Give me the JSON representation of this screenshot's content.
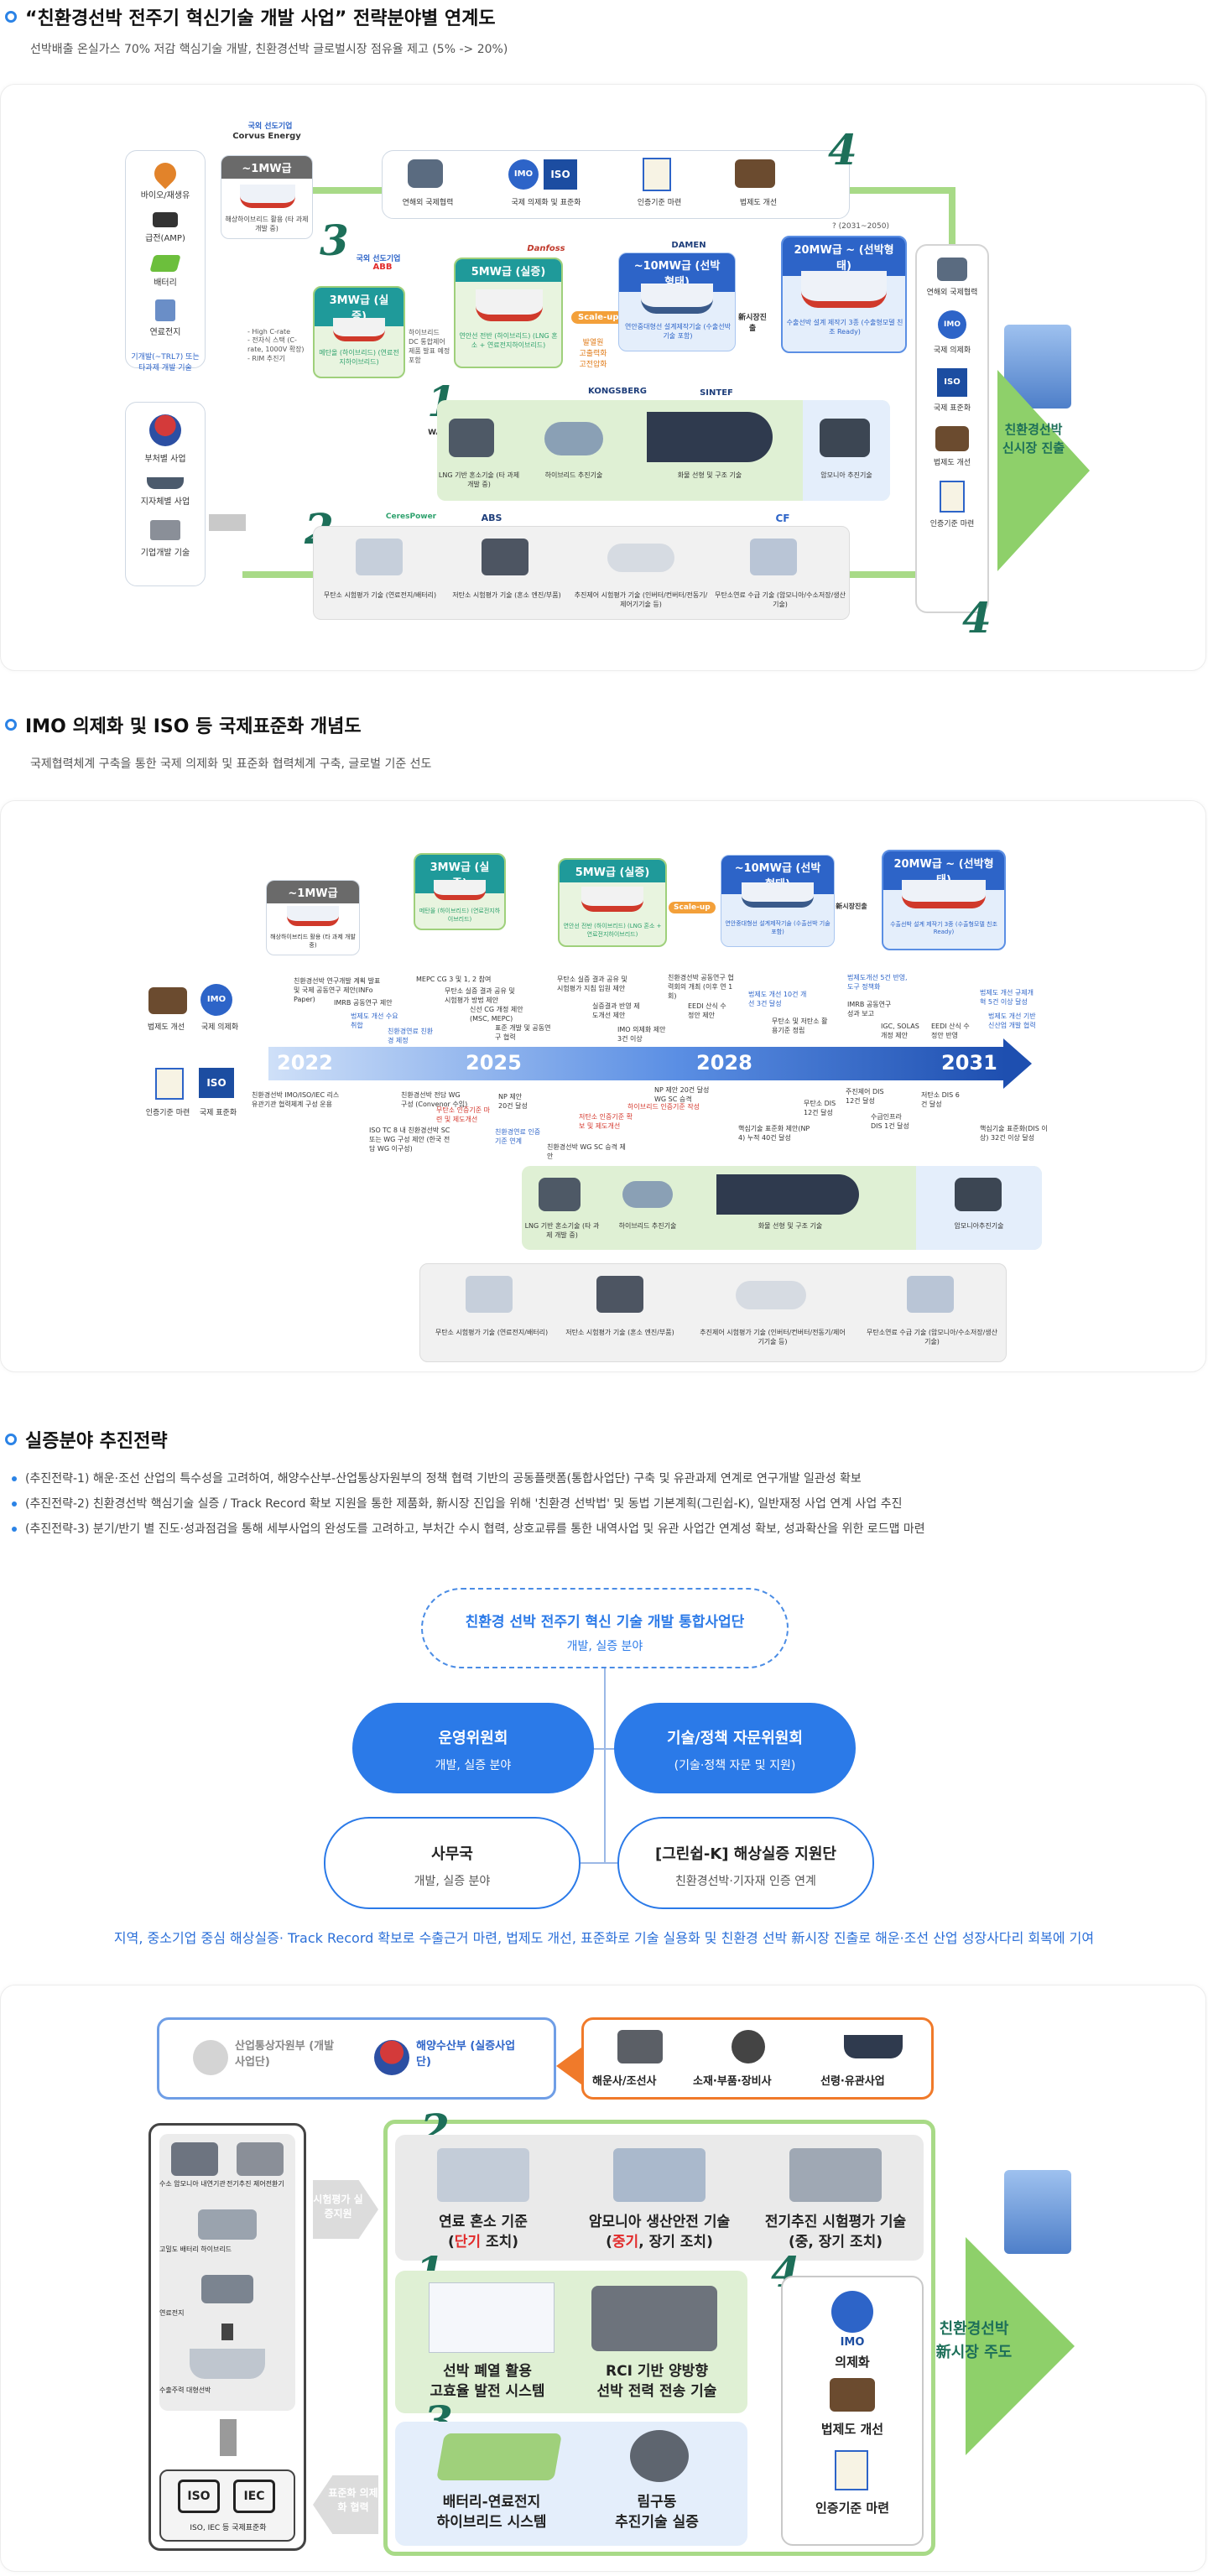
{
  "sec1": {
    "title": "“친환경선박 전주기 혁신기술 개발 사업” 전략분야별 연계도",
    "desc": "선박배출 온실가스 70% 저감 핵심기술 개발, 친환경선박 글로벌시장 점유율 제고 (5% -> 20%)",
    "overseas_tag": "국외 선도기업",
    "overseas_company": "Corvus Energy",
    "left_items": [
      "바이오/재생유",
      "급전(AMP)",
      "배터리",
      "연료전지"
    ],
    "left_note": "기개발(~TRL7) 또는 타과제 개발 기술",
    "left_bottom": [
      "부처별 사업",
      "지자체별 사업",
      "기업개발 기술"
    ],
    "stage_1mw": "~1MW급",
    "stage_1mw_desc": "해상하이브리드 활용 (타 과제 개발 중)",
    "overseas_tag2": "국외 선도기업",
    "abb": "ABB",
    "stage_3mw": "3MW급 (실증)",
    "stage_3mw_desc": "메탄올 (하이브리드) (연료전지하이브리드)",
    "stage_5mw": "5MW급 (실증)",
    "stage_5mw_desc": "연안선 전반 (하이브리드) (LNG 혼소 + 연료전지하이브리드)",
    "stage_10mw": "~10MW급 (선박형태)",
    "stage_10mw_desc": "연안중대형선 설계제작기술 (수출선박 기술 포함)",
    "stage_20mw": "20MW급 ~ (선박형태)",
    "stage_20mw_desc": "수출선박 설계 제작기 3종 (수출형모델 친조 Ready)",
    "year_label": "? (2031~2050)",
    "spec_notes": "- High C-rate\n- 전자식 스택 (C-rate, 1000V 확장)\n- RIM 추진기",
    "spec_notes2": "하이브리드 DC 통합제어 제품 발표 예정 포함",
    "scaleup": "Scale-up",
    "scaleup_notes": "발열원\n고출력화\n고전압화",
    "new_market": "新시장진출",
    "wartsila": "WÄRTSILÄ",
    "kongsberg": "KONGSBERG",
    "sintef": "SINTEF",
    "damen": "DAMEN",
    "danfoss": "Danfoss",
    "ceres": "CeresPower",
    "abs": "ABS",
    "cf": "CF",
    "top_row": [
      "연해외 국제협력",
      "국제 의제화 및 표준화",
      "인증기준 마련",
      "법제도 개선"
    ],
    "green_row": [
      "LNG 기반 혼소기술 (타 과제 개발 중)",
      "하이브리드 추진기술",
      "화물 선형 및 구조 기술",
      "암모니아 추진기술"
    ],
    "gray_row": [
      "무탄소 시험평가 기술 (연료전지/배터리)",
      "저탄소 시험평가 기술 (혼소 엔진/부품)",
      "추진제어 시험평가 기술 (인버터/컨버터/전동기/제어기기술 등)",
      "무탄소연료 수급 기술 (암모니아/수소저장/생산 기술)"
    ],
    "right_items": [
      "연해외 국제협력",
      "국제 의제화",
      "국제 표준화",
      "법제도 개선",
      "인증기준 마련"
    ],
    "right_arrow": "친환경선박\n신시장 진출",
    "imo": "IMO",
    "iso": "ISO",
    "nums": [
      "1",
      "2",
      "3",
      "4",
      "4"
    ]
  },
  "sec2": {
    "title": "IMO 의제화 및 ISO 등 국제표준화 개념도",
    "desc": "국제협력체계 구축을 통한 국제 의제화 및 표준화 협력체계 구축, 글로벌 기준 선도",
    "stages": [
      "~1MW급",
      "3MW급 (실증)",
      "5MW급 (실증)",
      "~10MW급 (선박형태)",
      "20MW급 ~ (선박형태)"
    ],
    "stage_descs": [
      "해상하이브리드 활용 (타 과제 개발 중)",
      "메탄올 (하이브리드) (연료전지하이브리드)",
      "연안선 전반 (하이브리드) (LNG 혼소 + 연료전지하이브리드)",
      "연안중대형선 설계제작기술 (수출선박 기술 포함)",
      "수출선박 설계 제작기 3종 (수출형모델 친조 Ready)"
    ],
    "scaleup": "Scale-up",
    "new_market": "新시장진출",
    "years": [
      "2022",
      "2025",
      "2028",
      "2031"
    ],
    "left_top": [
      "법제도 개선",
      "국제 의제화"
    ],
    "left_bottom": [
      "인증기준 마련",
      "국제 표준화"
    ],
    "events_top": [
      "친환경선박 연구개발 계획 발표 및 국제 공동연구 제안(INFo Paper)",
      "IMRB 공동연구 제안",
      "법제도 개선 수요 취합",
      "친환경연료 친환경 제정",
      "MEPC CG 3 및 1, 2 참여",
      "무탄소 실증 결과 공유 및 시험평가 방법 제안",
      "신선 CG 개정 제안 (MSC, MEPC)",
      "표준 개발 및 공동연구 협력",
      "무탄소 실증 결과 공유 및 시험평가 지침 임원 제안",
      "실증결과 반영 제도개선 제안",
      "IMO 의제화 제안 3건 이상",
      "친환경선박 공동연구 협력회의 개최 (이후 연 1회)",
      "EEDI 산식 수정안 제안",
      "법제도 개선 10건 개선 3건 달성",
      "무탄소 및 저탄소 활용기준 정립",
      "IMRB 공동연구 성과 보고",
      "IGC, SOLAS 개정 제안",
      "EEDI 산식 수정안 반영",
      "법제도개선 5건 반영, 도구 정책화",
      "법제도 개선 규제개혁 5건 이상 달성",
      "법제도 개선 기반 신산업 개발 협력"
    ],
    "events_bottom": [
      "친환경선박 IMO/ISO/IEC 리스 유관기관 협력체계 구성 운용",
      "ISO TC 8 내 친환경선박 SC 또는 WG 구성 제안 (한국 전담 WG 이구성)",
      "친환경선박 전담 WG 구성 (Convenor 수임)",
      "무탄소 인증기준 마련 및 제도개선",
      "NP 제안 20건 달성",
      "친환경연료 인증기준 연계",
      "친환경선박 WG SC 승격 제안",
      "저탄소 인증기준 확보 및 제도개선",
      "NP 제안 20건 달성 WG SC 승격",
      "하이브리드 인증기준 작성",
      "핵심기술 표준화 제안(NP 4) 누적 40건 달성",
      "무탄소 DIS 12건 달성",
      "주진제어 DIS 12건 달성",
      "수급인프라 DIS 1건 달성",
      "저탄소 DIS 6건 달성",
      "핵심기술 표준화(DIS 이상) 32건 이상 달성"
    ],
    "green_row": [
      "LNG 기반 혼소기술 (타 과제 개발 중)",
      "하이브리드 추진기술",
      "화물 선형 및 구조 기술",
      "암모니아추진기술"
    ],
    "gray_row": [
      "무탄소 시험평가 기술 (연료전지/배터리)",
      "저탄소 시험평가 기술 (혼소 엔진/부품)",
      "추진제어 시험평가 기술 (인버터/컨버터/전동기/제어기기술 등)",
      "무탄소연료 수급 기술 (암모니아/수소저장/생산 기술)"
    ]
  },
  "sec3": {
    "title": "실증분야 추진전략",
    "bullets": [
      "(추진전략-1) 해운·조선 산업의 특수성을 고려하여, 해양수산부-산업통상자원부의 정책 협력 기반의 공동플랫폼(통합사업단) 구축 및 유관과제 연계로 연구개발 일관성 확보",
      "(추진전략-2) 친환경선박 핵심기술 실증 / Track Record 확보 지원을 통한 제품화, 新시장 진입을 위해 '친환경 선박법' 및 동법 기본계획(그린쉽-K), 일반재정 사업 연계 사업 추진",
      "(추진전략-3) 분기/반기 별 진도·성과점검을 통해 세부사업의 완성도를 고려하고, 부처간 수시 협력, 상호교류를 통한 내역사업 및 유관 사업간 연계성 확보, 성과확산을 위한 로드맵 마련"
    ],
    "org_top_name": "친환경 선박 전주기 혁신 기술 개발 통합사업단",
    "org_top_sub": "개발, 실증 분야",
    "org_left_name": "운영위원회",
    "org_left_sub": "개발, 실증 분야",
    "org_right_name": "기술/정책 자문위원회",
    "org_right_sub": "(기술·정책 자문 및 지원)",
    "org_bl_name": "사무국",
    "org_bl_sub": "개발, 실증 분야",
    "org_br_name": "[그린쉽-K] 해상실증 지원단",
    "org_br_sub": "친환경선박·기자재 인증 연계",
    "footer": "지역, 중소기업 중심 해상실증· Track Record 확보로 수출근거 마련, 법제도 개선, 표준화로 기술 실용화 및 친환경 선박 新시장 진출로 해운·조선 산업 성장사다리 회복에 기여"
  },
  "sec4": {
    "motie": "산업통상자원부 (개발사업단)",
    "mof": "해양수산부 (실증사업단)",
    "partners": [
      "해운사/조선사",
      "소재·부품·장비사",
      "선령·유관사업"
    ],
    "test_support": "시험평가 실증지원",
    "std_coop": "표준화 의제화 협력",
    "left_items": [
      "수소 암모니아 내연기관",
      "전기추진 제어전환기",
      "고밀도 배터리 하이브리드",
      "연료전지",
      "수출주력 대형선박"
    ],
    "left_bottom": "ISO, IEC 등 국제표준화",
    "iso": "ISO",
    "iec": "IEC",
    "top_caps": [
      {
        "pre": "연료 혼소 기준",
        "red": "단기",
        "post": " 조치"
      },
      {
        "pre": "암모니아 생산안전 기술",
        "red": "중기",
        "post": ", 장기 조치"
      },
      {
        "pre": "전기추진 시험평가 기술",
        "red": "",
        "post": "(중, 장기 조치)"
      }
    ],
    "mid_caps": [
      "선박 폐열 활용\n고효율 발전 시스템",
      "RCI 기반 양방향\n선박 전력 전송 기술"
    ],
    "bot_caps": [
      "배터리-연료전지\n하이브리드 시스템",
      "림구동\n추진기술 실증"
    ],
    "right_items": [
      "IMO",
      "의제화",
      "법제도 개선",
      "인증기준 마련"
    ],
    "right_arrow": "친환경선박\n新시장 주도",
    "nums": [
      "1",
      "2",
      "3",
      "4"
    ]
  }
}
